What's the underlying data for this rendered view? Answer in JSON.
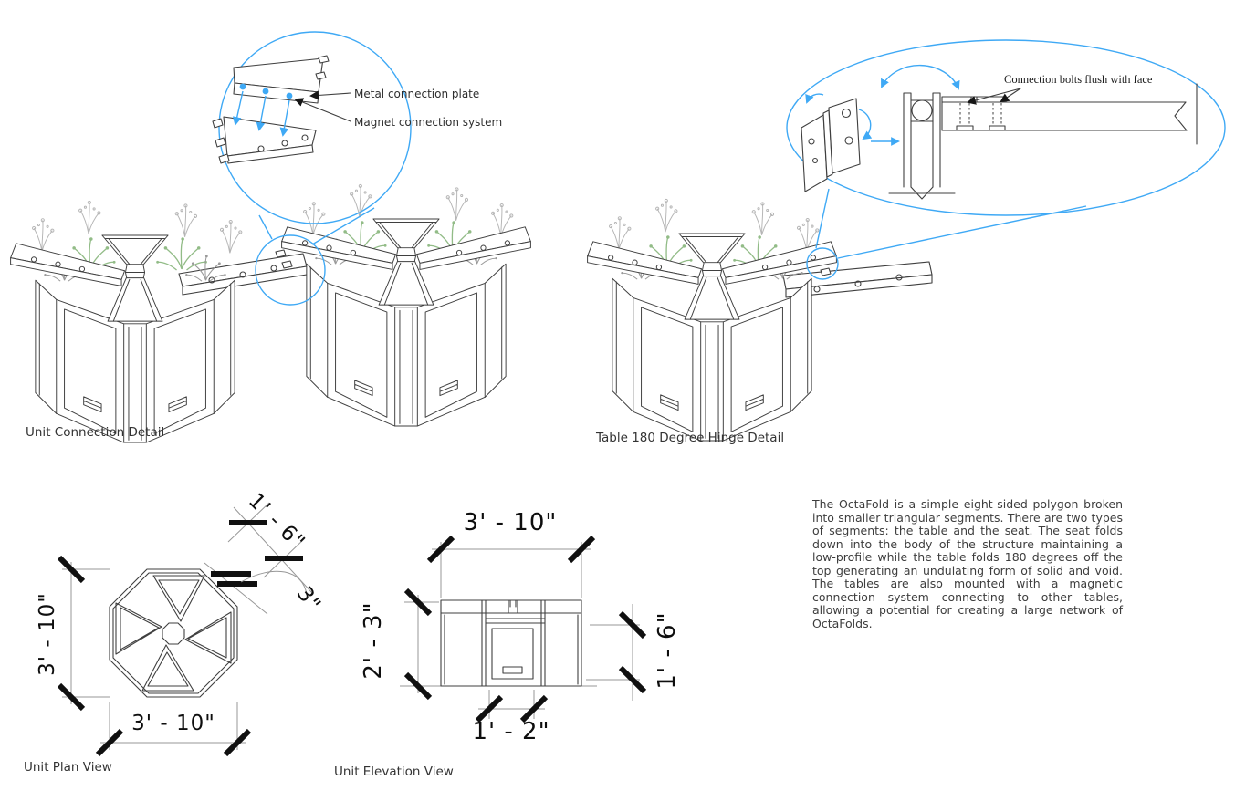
{
  "figures": {
    "unit_connection": {
      "caption": "Unit Connection Detail",
      "labels": {
        "metal_plate": "Metal connection plate",
        "magnet_system": "Magnet connection system"
      }
    },
    "hinge_detail": {
      "caption": "Table 180 Degree Hinge Detail",
      "labels": {
        "bolts": "Connection bolts flush with face"
      }
    },
    "plan": {
      "caption": "Unit Plan View",
      "dims": {
        "height": "3' - 10\"",
        "width": "3' - 10\"",
        "table_depth": "1' - 6\"",
        "top_thickness": "3\""
      }
    },
    "elevation": {
      "caption": "Unit Elevation View",
      "dims": {
        "width": "3' - 10\"",
        "overall_height": "2' - 3\"",
        "seat_height": "1' - 6\"",
        "panel_width": "1' - 2\""
      }
    }
  },
  "description": "The OctaFold is a simple eight-sided polygon broken into smaller triangular segments. There are two types of segments: the table and the seat. The seat folds down into the body of the structure maintaining a low-profile while the table folds 180 degrees off the top generating an undulating form of solid and void. The tables are also mounted with a magnetic connection system connecting to other tables, allowing a potential for creating a large network of OctaFolds.",
  "colors": {
    "accent_blue": "#3FA9F5",
    "line": "#3f3f3f",
    "plant_green": "#92BC87",
    "plant_gray": "#9a9a9a",
    "text": "#333333"
  }
}
